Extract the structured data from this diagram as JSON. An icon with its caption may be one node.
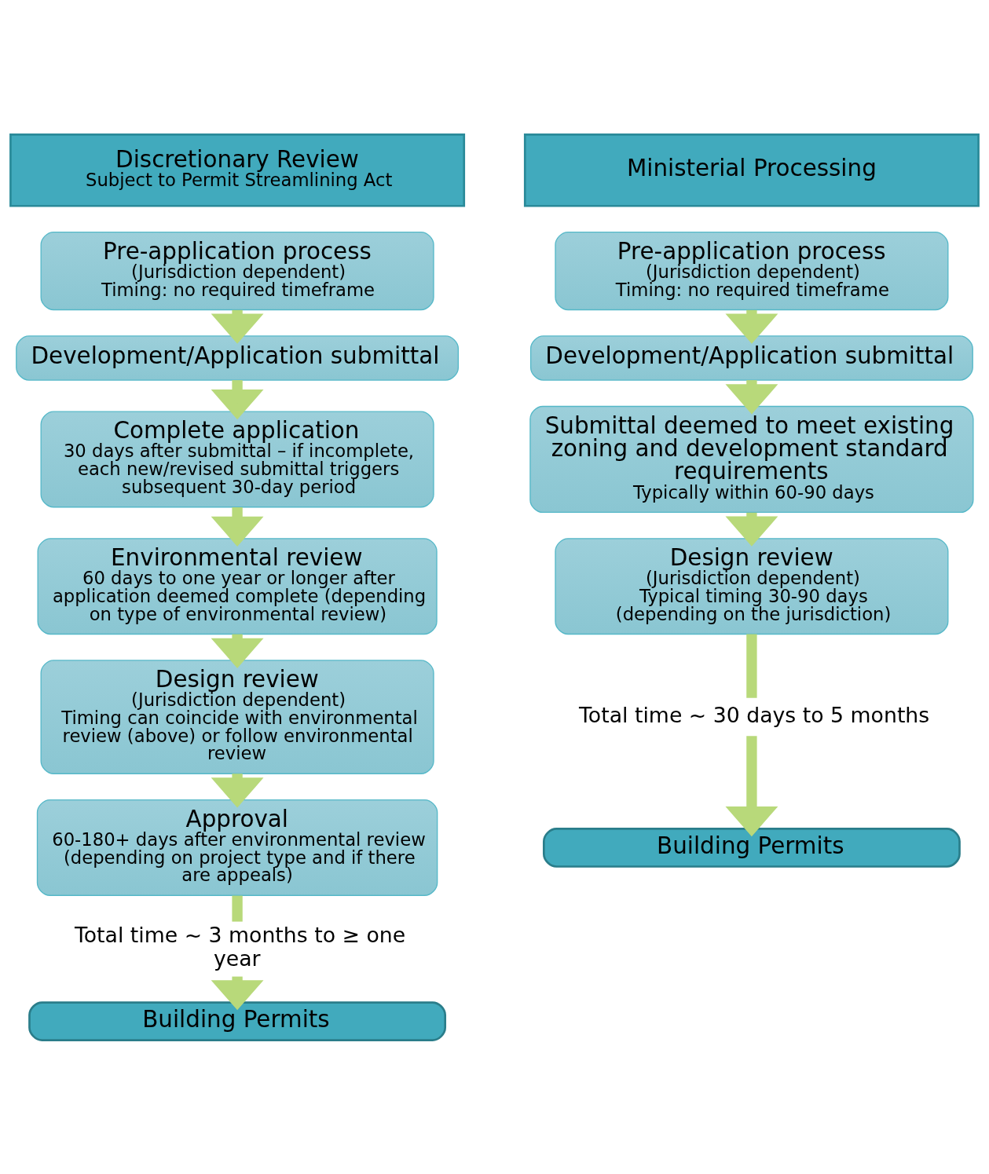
{
  "diagram": {
    "nodes": [
      {
        "text": [
          "Discretionary Review",
          "Subject to Permit Streamlining Act"
        ]
      },
      {
        "text": [
          "Pre-application process",
          "(Jurisdiction dependent)",
          "Timing: no required timeframe"
        ]
      },
      {
        "text": [
          "Development/Application submittal"
        ]
      },
      {
        "text": [
          "Complete application",
          "30 days after submittal – if incomplete, each new/revised submittal triggers subsequent 30-day period"
        ]
      },
      {
        "text": [
          "Environmental review",
          "60 days to one year or longer after application deemed complete (depending on type of environmental review)"
        ]
      },
      {
        "text": [
          "Design review",
          "(Jurisdiction dependent)",
          "Timing can coincide with environmental review (above) or follow environmental review"
        ]
      },
      {
        "text": [
          "Approval",
          "60-180+ days after environmental review (depending on project type and if there are appeals)"
        ]
      },
      {
        "text": [
          "Total time ~ 3 months to ≥ one year"
        ]
      },
      {
        "text": [
          "Building Permits"
        ]
      },
      {
        "text": [
          "Ministerial Processing"
        ]
      },
      {
        "text": [
          "Pre-application process",
          "(Jurisdiction dependent)",
          "Timing: no required timeframe"
        ]
      },
      {
        "text": [
          "Development/Application submittal"
        ]
      },
      {
        "text": [
          "Submittal deemed to meet existing zoning and development standard requirements",
          "Typically within 60-90 days"
        ]
      },
      {
        "text": [
          "Design review",
          "(Jurisdiction dependent)",
          "Typical timing 30-90 days",
          "(depending on the jurisdiction)"
        ]
      },
      {
        "text": [
          "Total time ~ 30 days to 5 months"
        ]
      },
      {
        "text": [
          "Building Permits"
        ]
      }
    ],
    "edges": [
      {
        "from": 1,
        "to": 2,
        "arrow": "to"
      },
      {
        "from": 2,
        "to": 3,
        "arrow": "to"
      },
      {
        "from": 3,
        "to": 4,
        "arrow": "to"
      },
      {
        "from": 4,
        "to": 5,
        "arrow": "to"
      },
      {
        "from": 5,
        "to": 6,
        "arrow": "to"
      },
      {
        "from": 6,
        "to": 7,
        "arrow": "none"
      },
      {
        "from": 7,
        "to": 8,
        "arrow": "to"
      },
      {
        "from": 10,
        "to": 11,
        "arrow": "to"
      },
      {
        "from": 11,
        "to": 12,
        "arrow": "to"
      },
      {
        "from": 12,
        "to": 13,
        "arrow": "to"
      },
      {
        "from": 13,
        "to": 14,
        "arrow": "none"
      },
      {
        "from": 14,
        "to": 15,
        "arrow": "to"
      }
    ]
  }
}
